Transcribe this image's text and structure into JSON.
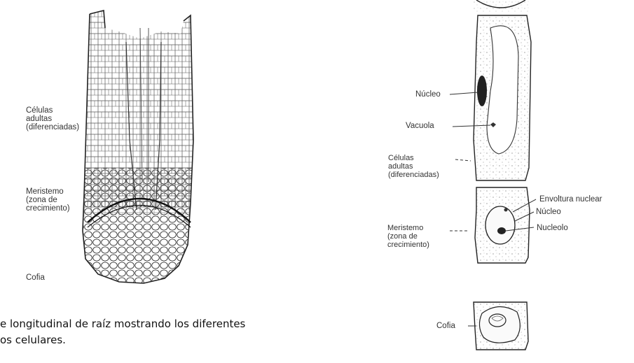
{
  "left_figure": {
    "labels": {
      "adult_cells": "Células\nadultas\n(diferenciadas)",
      "meristem": "Meristemo\n(zona de\ncrecimiento)",
      "root_cap": "Cofia"
    }
  },
  "right_figure": {
    "labels": {
      "nucleus_top": "Núcleo",
      "vacuole": "Vacuola",
      "adult_cells": "Células\nadultas\n(diferenciadas)",
      "nuclear_envelope": "Envoltura nuclear",
      "nucleus_mid": "Núcleo",
      "nucleolus": "Nucleolo",
      "meristem": "Meristemo\n(zona de\ncrecimiento)",
      "root_cap": "Cofia"
    }
  },
  "caption": {
    "line1": "e longitudinal de raíz mostrando los diferentes",
    "line2": "os celulares."
  }
}
